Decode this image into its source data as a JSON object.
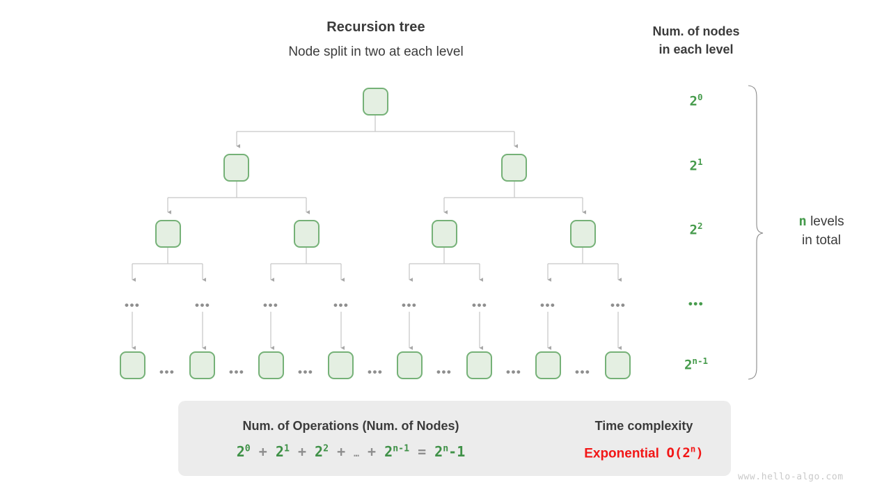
{
  "header": {
    "title": "Recursion tree",
    "subtitle": "Node split in two at each level",
    "right_title_line1": "Num. of nodes",
    "right_title_line2": "in each level"
  },
  "levels": [
    {
      "label_base": "2",
      "label_exp": "0",
      "count": 1
    },
    {
      "label_base": "2",
      "label_exp": "1",
      "count": 2
    },
    {
      "label_base": "2",
      "label_exp": "2",
      "count": 4
    },
    {
      "label_base": "",
      "label_exp": "",
      "ellipsis": "•••",
      "count": 8
    },
    {
      "label_base": "2",
      "label_exp": "n-1",
      "count": 8
    }
  ],
  "brace": {
    "n_symbol": "n",
    "text_line1": "levels",
    "text_line2": "in total"
  },
  "node_ellipsis": "•••",
  "summary": {
    "left_title": "Num. of Operations (Num. of Nodes)",
    "formula": {
      "t1_base": "2",
      "t1_exp": "0",
      "op1": "+",
      "t2_base": "2",
      "t2_exp": "1",
      "op2": "+",
      "t3_base": "2",
      "t3_exp": "2",
      "op3": "+",
      "dots": "…",
      "op4": "+",
      "t4_base": "2",
      "t4_exp": "n-1",
      "eq": "=",
      "result_base": "2",
      "result_exp": "n",
      "result_tail": "-1"
    },
    "right_title": "Time complexity",
    "complexity_name": "Exponential",
    "complexity_big_o_prefix": "O(2",
    "complexity_big_o_exp": "n",
    "complexity_big_o_suffix": ")",
    "arrow_icon": "right-arrow-icon"
  },
  "watermark": "www.hello-algo.com",
  "colors": {
    "node_border": "#75b177",
    "node_fill": "#e4efe2",
    "green_text": "#469b4c",
    "red_text": "#f21616",
    "gray_line": "#c8c8c8",
    "panel_bg": "#ececec",
    "dark_text": "#3b3b3b"
  }
}
